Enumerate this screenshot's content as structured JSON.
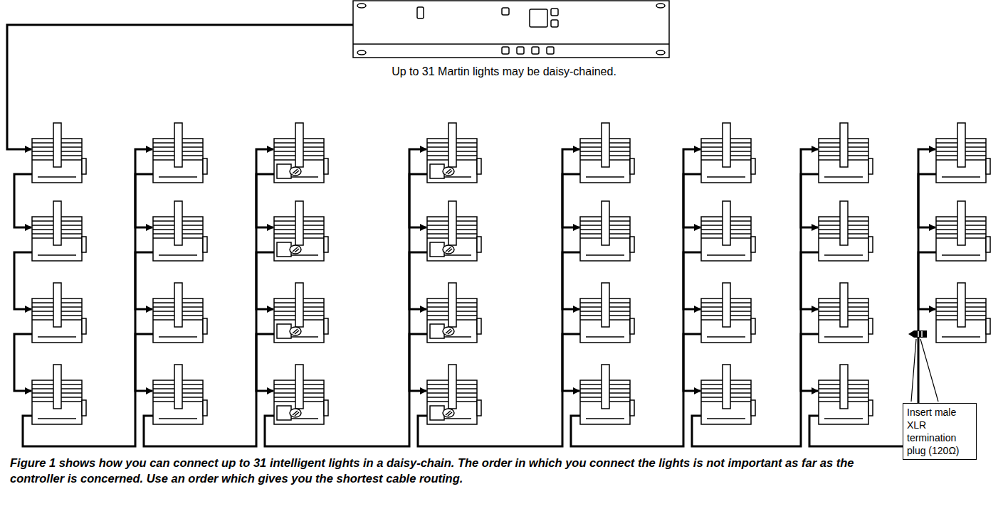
{
  "diagram": {
    "caption": "Figure 1 shows how you can connect up to 31 intelligent lights in a daisy-chain. The order in which you connect the lights is not important as far as the controller is concerned. Use an order which gives you the shortest cable routing.",
    "nodes": [
      {
        "text": [
          "Insert male XLR termination plug (120Ω)"
        ]
      }
    ],
    "labels": [
      "Up to 31 Martin lights may be daisy-chained."
    ]
  }
}
